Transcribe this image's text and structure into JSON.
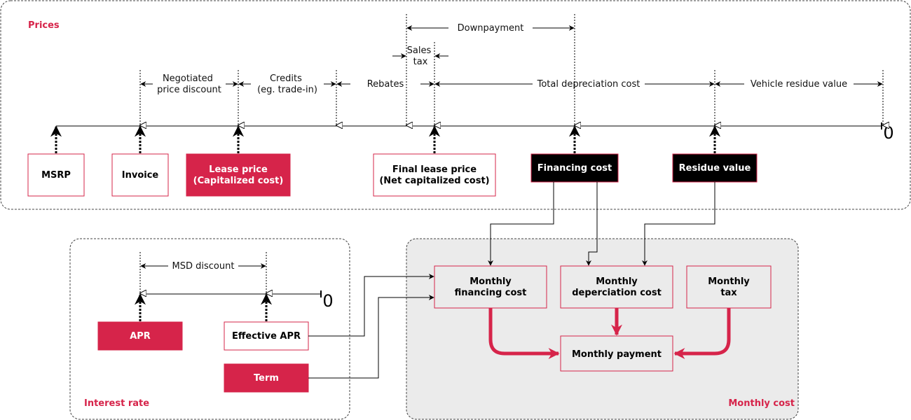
{
  "colors": {
    "accent": "#d6244a",
    "box_dark": "#000000",
    "panel_gray": "#ebebeb",
    "panel_border": "#444444",
    "line": "#000000"
  },
  "sections": {
    "prices": "Prices",
    "interest_rate": "Interest rate",
    "monthly_cost": "Monthly cost"
  },
  "spans": {
    "downpayment": "Downpayment",
    "sales_tax": [
      "Sales",
      "tax"
    ],
    "negotiated_discount": [
      "Negotiated",
      "price discount"
    ],
    "credits": [
      "Credits",
      "(eg. trade-in)"
    ],
    "rebates": "Rebates",
    "total_depreciation": "Total depreciation cost",
    "vehicle_residue": "Vehicle residue value",
    "msd_discount": "MSD discount"
  },
  "axis_zero": "0",
  "boxes": {
    "msrp": [
      "MSRP"
    ],
    "invoice": [
      "Invoice"
    ],
    "lease_price": [
      "Lease price",
      "(Capitalized cost)"
    ],
    "final_lease_price": [
      "Final lease price",
      "(Net capitalized cost)"
    ],
    "financing_cost": [
      "Financing cost"
    ],
    "residue_value": [
      "Residue value"
    ],
    "apr": [
      "APR"
    ],
    "effective_apr": [
      "Effective APR"
    ],
    "term": [
      "Term"
    ],
    "monthly_financing": [
      "Monthly",
      "financing cost"
    ],
    "monthly_depreciation": [
      "Monthly",
      "deperciation cost"
    ],
    "monthly_tax": [
      "Monthly",
      "tax"
    ],
    "monthly_payment": [
      "Monthly payment"
    ]
  }
}
